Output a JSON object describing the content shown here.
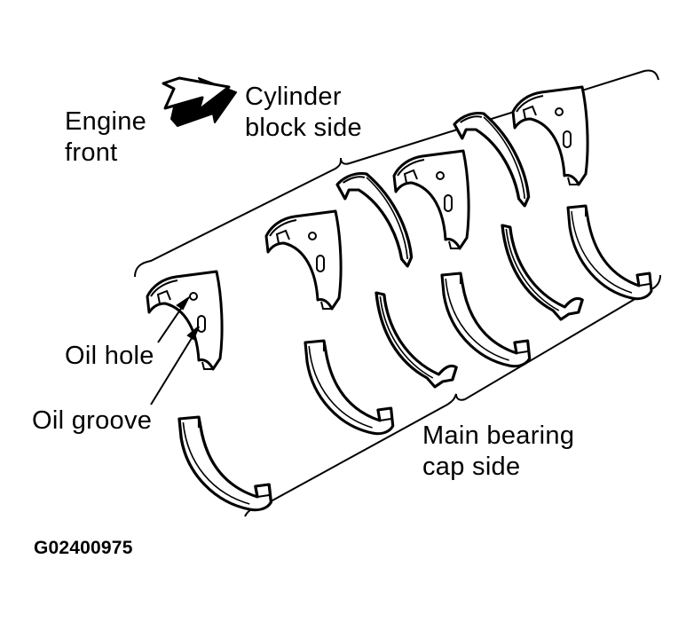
{
  "labels": {
    "engine_front_line1": "Engine",
    "engine_front_line2": "front",
    "cylinder_block_line1": "Cylinder",
    "cylinder_block_line2": "block side",
    "oil_hole": "Oil hole",
    "oil_groove": "Oil groove",
    "main_bearing_line1": "Main bearing",
    "main_bearing_line2": "cap side",
    "figure_code": "G02400975"
  },
  "colors": {
    "ink": "#000000",
    "background": "#ffffff"
  },
  "icons": {
    "direction": "arrow-engine-front-icon"
  }
}
